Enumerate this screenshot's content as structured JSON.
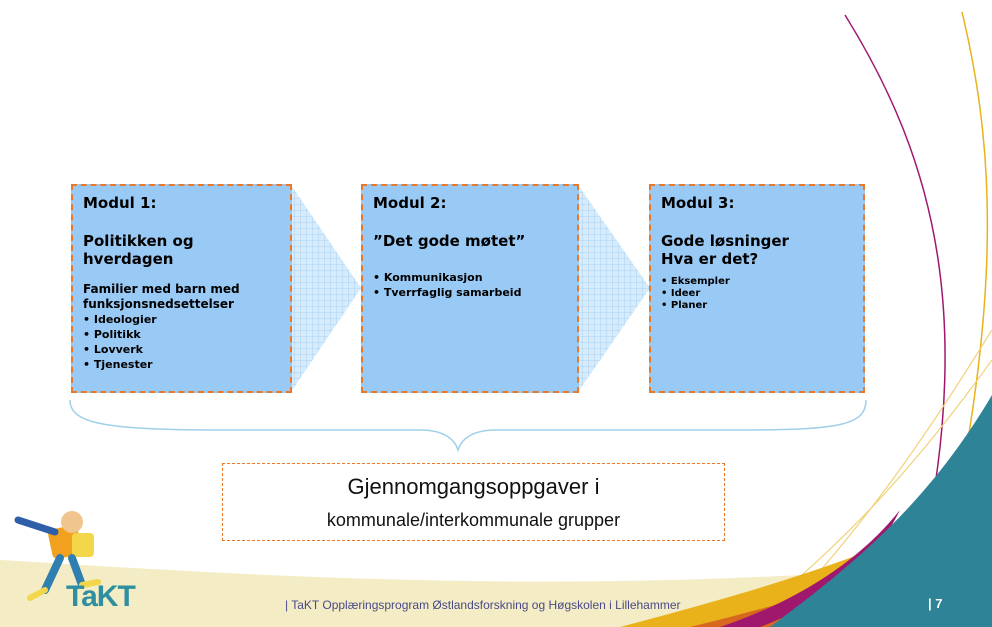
{
  "modules": [
    {
      "title": "Modul 1:",
      "subtitle": "Politikken og\nhverdagen",
      "lead": "Familier med barn med\nfunksjonsnedsettelser",
      "items": [
        "Ideologier",
        "Politikk",
        "Lovverk",
        "Tjenester"
      ]
    },
    {
      "title": "Modul 2:",
      "subtitle": "”Det gode møtet”",
      "lead": "",
      "items": [
        "Kommunikasjon",
        "Tverrfaglig samarbeid"
      ]
    },
    {
      "title": "Modul 3:",
      "subtitle": "Gode løsninger\nHva er det?",
      "lead": "",
      "items": [
        "Eksempler",
        "Ideer",
        "Planer"
      ]
    }
  ],
  "task": {
    "line1": "Gjennomgangsoppgaver i",
    "line2": "kommunale/interkommunale grupper"
  },
  "footer": {
    "text": "| TaKT Opplæringsprogram Østlandsforskning og Høgskolen i Lillehammer",
    "page": "| 7"
  },
  "logo": {
    "text": "TaKT"
  },
  "colors": {
    "module_fill": "#99c9f5",
    "module_border": "#e8782a",
    "teal": "#2e8496",
    "magenta": "#a0186e",
    "gold": "#e9b21a",
    "footer_band": "#f3ecc4"
  }
}
